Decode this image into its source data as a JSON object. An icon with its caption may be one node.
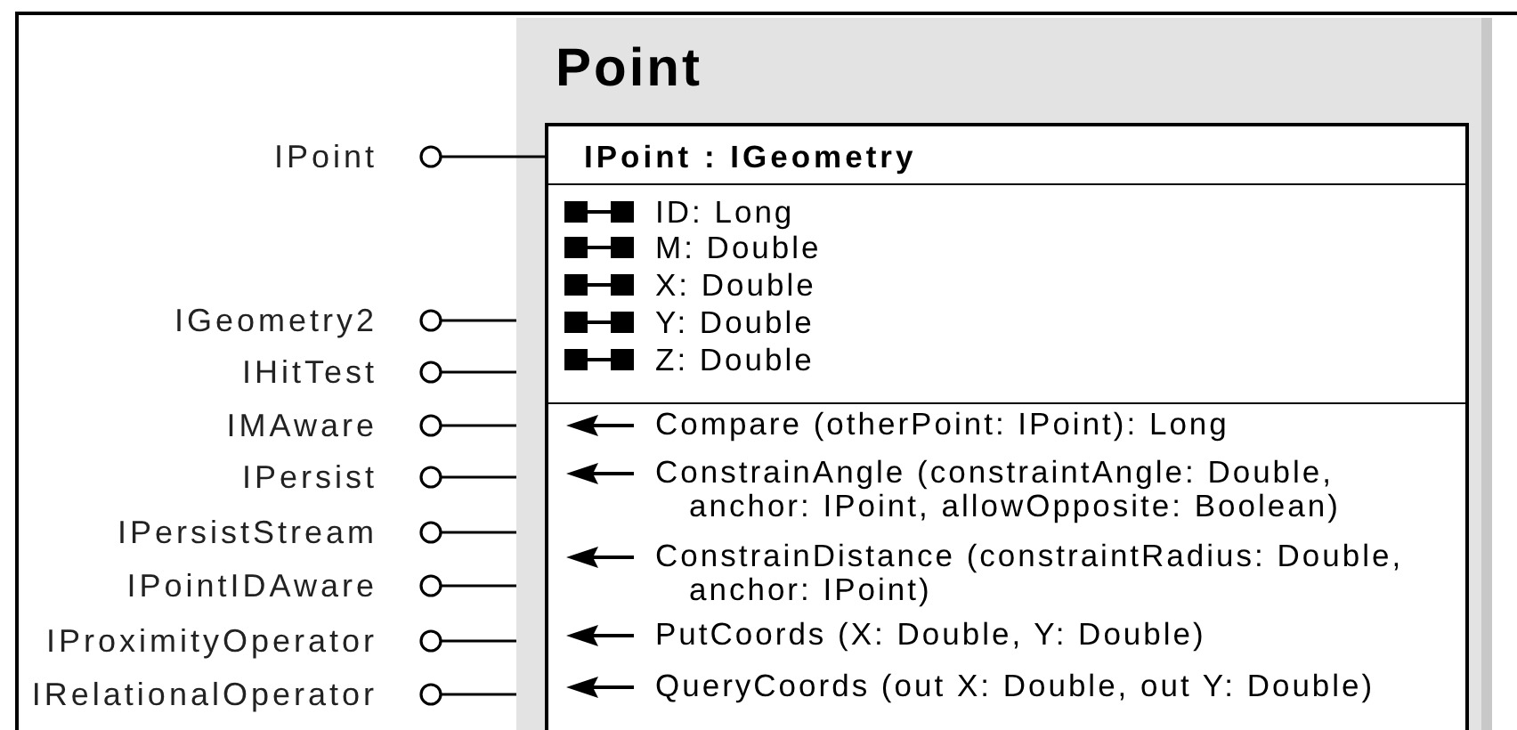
{
  "diagram": {
    "nodes": [
      {
        "text": [
          "Point"
        ]
      },
      {
        "text": [
          "IPoint : IGeometry"
        ],
        "in": 0
      },
      {
        "text": [
          "ID: Long",
          "M: Double",
          "X: Double",
          "Y: Double",
          "Z: Double"
        ],
        "in": 1
      },
      {
        "text": [
          "Compare (otherPoint: IPoint): Long",
          "ConstrainAngle (constraintAngle: Double, anchor: IPoint, allowOpposite: Boolean)",
          "ConstrainDistance (constraintRadius: Double, anchor: IPoint)",
          "PutCoords (X: Double, Y: Double)",
          "QueryCoords (out X: Double, out Y: Double)"
        ],
        "in": 1
      },
      {
        "text": [
          "IPoint"
        ]
      },
      {
        "text": [
          "IGeometry2"
        ]
      },
      {
        "text": [
          "IHitTest"
        ]
      },
      {
        "text": [
          "IMAware"
        ]
      },
      {
        "text": [
          "IPersist"
        ]
      },
      {
        "text": [
          "IPersistStream"
        ]
      },
      {
        "text": [
          "IPointIDAware"
        ]
      },
      {
        "text": [
          "IProximityOperator"
        ]
      },
      {
        "text": [
          "IRelationalOperator"
        ]
      }
    ],
    "edges": [
      {
        "from": 4,
        "to": 1,
        "arrow": "other"
      },
      {
        "from": 5,
        "to": 0,
        "arrow": "other"
      },
      {
        "from": 6,
        "to": 0,
        "arrow": "other"
      },
      {
        "from": 7,
        "to": 0,
        "arrow": "other"
      },
      {
        "from": 8,
        "to": 0,
        "arrow": "other"
      },
      {
        "from": 9,
        "to": 0,
        "arrow": "other"
      },
      {
        "from": 10,
        "to": 0,
        "arrow": "other"
      },
      {
        "from": 11,
        "to": 0,
        "arrow": "other"
      },
      {
        "from": 12,
        "to": 0,
        "arrow": "other"
      }
    ]
  }
}
